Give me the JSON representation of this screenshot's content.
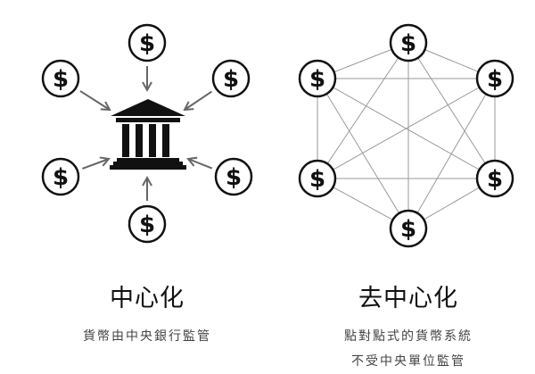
{
  "centralized": {
    "title": "中心化",
    "subtitle": "貨幣由中央銀行監管",
    "coin_symbol": "$",
    "hub_icon": "bank-icon"
  },
  "decentralized": {
    "title": "去中心化",
    "subtitle_lines": [
      "點對點式的貨幣系統",
      "不受中央單位監管"
    ],
    "coin_symbol": "$"
  },
  "colors": {
    "ink": "#111111",
    "arrow": "#666666",
    "mesh": "#999999",
    "subtitle": "#444444"
  }
}
